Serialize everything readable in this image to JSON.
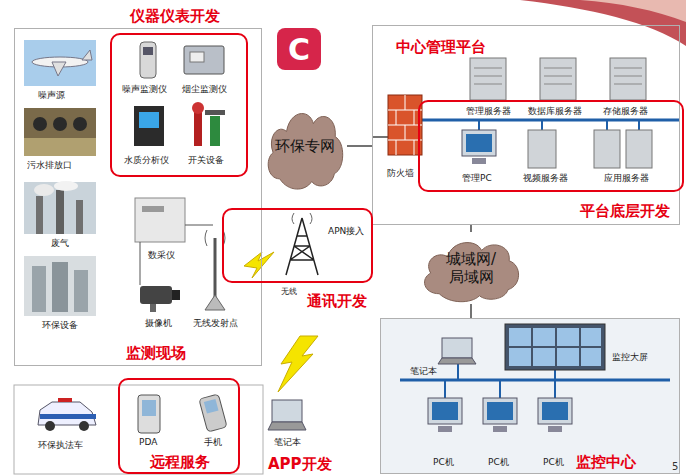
{
  "diagram": {
    "nodes": [
      {
        "text": [
          "监测现场"
        ]
      },
      {
        "text": [
          "仪器仪表开发"
        ],
        "in": 0
      },
      {
        "text": [
          "环保专网"
        ]
      },
      {
        "text": [
          "中心管理平台"
        ]
      },
      {
        "text": [
          "平台底层开发"
        ],
        "in": 3
      },
      {
        "text": [
          "通讯开发"
        ]
      },
      {
        "text": [
          "城域网/ 局域网"
        ]
      },
      {
        "text": [
          "监控中心"
        ]
      },
      {
        "text": [
          "远程服务"
        ]
      }
    ],
    "edges": [
      {
        "from": 2,
        "to": 3,
        "arrow": "none"
      },
      {
        "from": 6,
        "to": 3,
        "arrow": "none"
      },
      {
        "from": 6,
        "to": 7,
        "arrow": "none"
      }
    ],
    "labels": [
      "噪声源",
      "污水排放口",
      "废气",
      "环保设备",
      "噪声监测仪",
      "烟尘监测仪",
      "水质分析仪",
      "开关设备",
      "数采仪",
      "摄像机",
      "无线发射点",
      "APN接入",
      "无线",
      "防火墙",
      "管理服务器",
      "数据库服务器",
      "存储服务器",
      "管理PC",
      "视频服务器",
      "应用服务器",
      "笔记本",
      "监控大屏",
      "PC机",
      "PC机",
      "PC机",
      "环保执法车",
      "PDA",
      "手机",
      "笔记本",
      "APP开发",
      "C",
      "5"
    ]
  }
}
